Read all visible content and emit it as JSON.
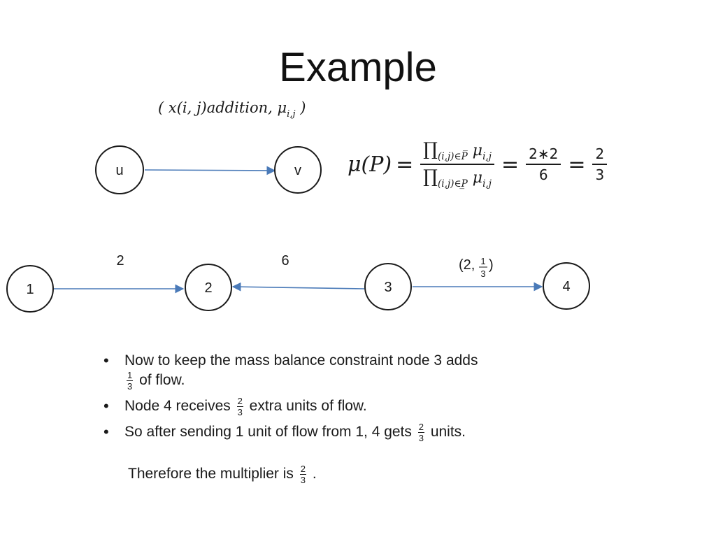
{
  "title": "Example",
  "legend": {
    "open": "(",
    "x_expr": "x(i, j)addition,",
    "mu": "μ",
    "mu_sub": "i,j",
    "close": ")"
  },
  "top_graph": {
    "nodes": [
      {
        "id": "u",
        "label": "u"
      },
      {
        "id": "v",
        "label": "v"
      }
    ]
  },
  "formula": {
    "lhs": "μ(P)",
    "equals": "=",
    "prod": "∏",
    "num_sub": "(i,j)∈P̅",
    "den_sub": "(i,j)∈P̲",
    "mu": "μ",
    "mu_sub": "i,j",
    "mid_num": "2∗2",
    "mid_den": "6",
    "res_num": "2",
    "res_den": "3"
  },
  "bottom_graph": {
    "nodes": [
      {
        "id": "n1",
        "label": "1"
      },
      {
        "id": "n2",
        "label": "2"
      },
      {
        "id": "n3",
        "label": "3"
      },
      {
        "id": "n4",
        "label": "4"
      }
    ],
    "edges": [
      {
        "from": "1",
        "to": "2",
        "label": "2"
      },
      {
        "from": "3",
        "to": "2",
        "label": "6"
      },
      {
        "from": "3",
        "to": "4",
        "label_prefix": "(2,",
        "label_num": "1",
        "label_den": "3",
        "label_suffix": ")"
      }
    ]
  },
  "bullets": [
    {
      "before": "Now to keep the mass balance constraint node 3 adds",
      "num": "1",
      "den": "3",
      "after": "of flow."
    },
    {
      "before": "Node 4 receives",
      "num": "2",
      "den": "3",
      "after": "extra units of flow."
    },
    {
      "before": "So after sending 1 unit of flow from 1, 4 gets",
      "num": "2",
      "den": "3",
      "after": "units."
    }
  ],
  "tail": {
    "before": "Therefore the multiplier is",
    "num": "2",
    "den": "3",
    "after": "."
  },
  "colors": {
    "edge": "#4a7ab8",
    "node_stroke": "#1a1a1a",
    "text": "#1a1a1a"
  }
}
